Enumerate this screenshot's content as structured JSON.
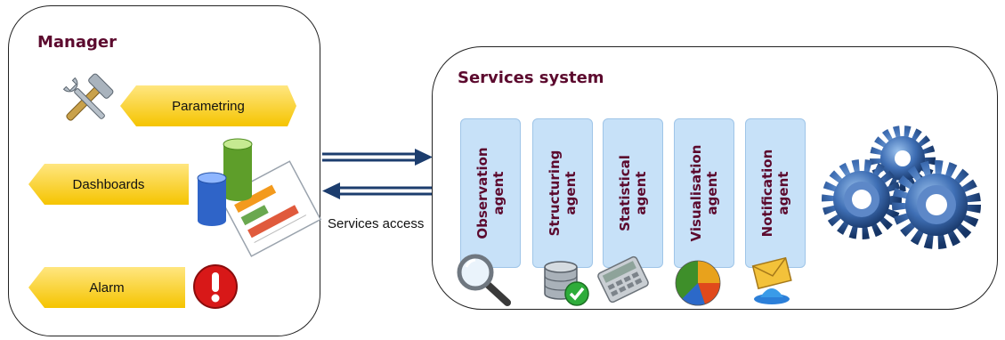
{
  "manager": {
    "title": "Manager",
    "items": [
      {
        "label": "Parametring",
        "icon": "tools-icon"
      },
      {
        "label": "Dashboards",
        "icon": "chart-report-icon"
      },
      {
        "label": "Alarm",
        "icon": "alert-icon"
      }
    ]
  },
  "link": {
    "label": "Services access",
    "arrow_color": "#1c3d6e"
  },
  "services": {
    "title": "Services system",
    "agents": [
      {
        "label": "Observation agent",
        "icon": "magnifier-icon"
      },
      {
        "label": "Structuring agent",
        "icon": "database-check-icon"
      },
      {
        "label": "Statistical agent",
        "icon": "calculator-icon"
      },
      {
        "label": "Visualisation agent",
        "icon": "pie-chart-icon"
      },
      {
        "label": "Notification agent",
        "icon": "envelope-icon"
      }
    ],
    "gears_icon": "gears-icon"
  },
  "colors": {
    "title": "#5c0a2e",
    "tag": "#f5c400",
    "agent_fill": "#c7e1f8",
    "arrow": "#1c3d6e"
  }
}
